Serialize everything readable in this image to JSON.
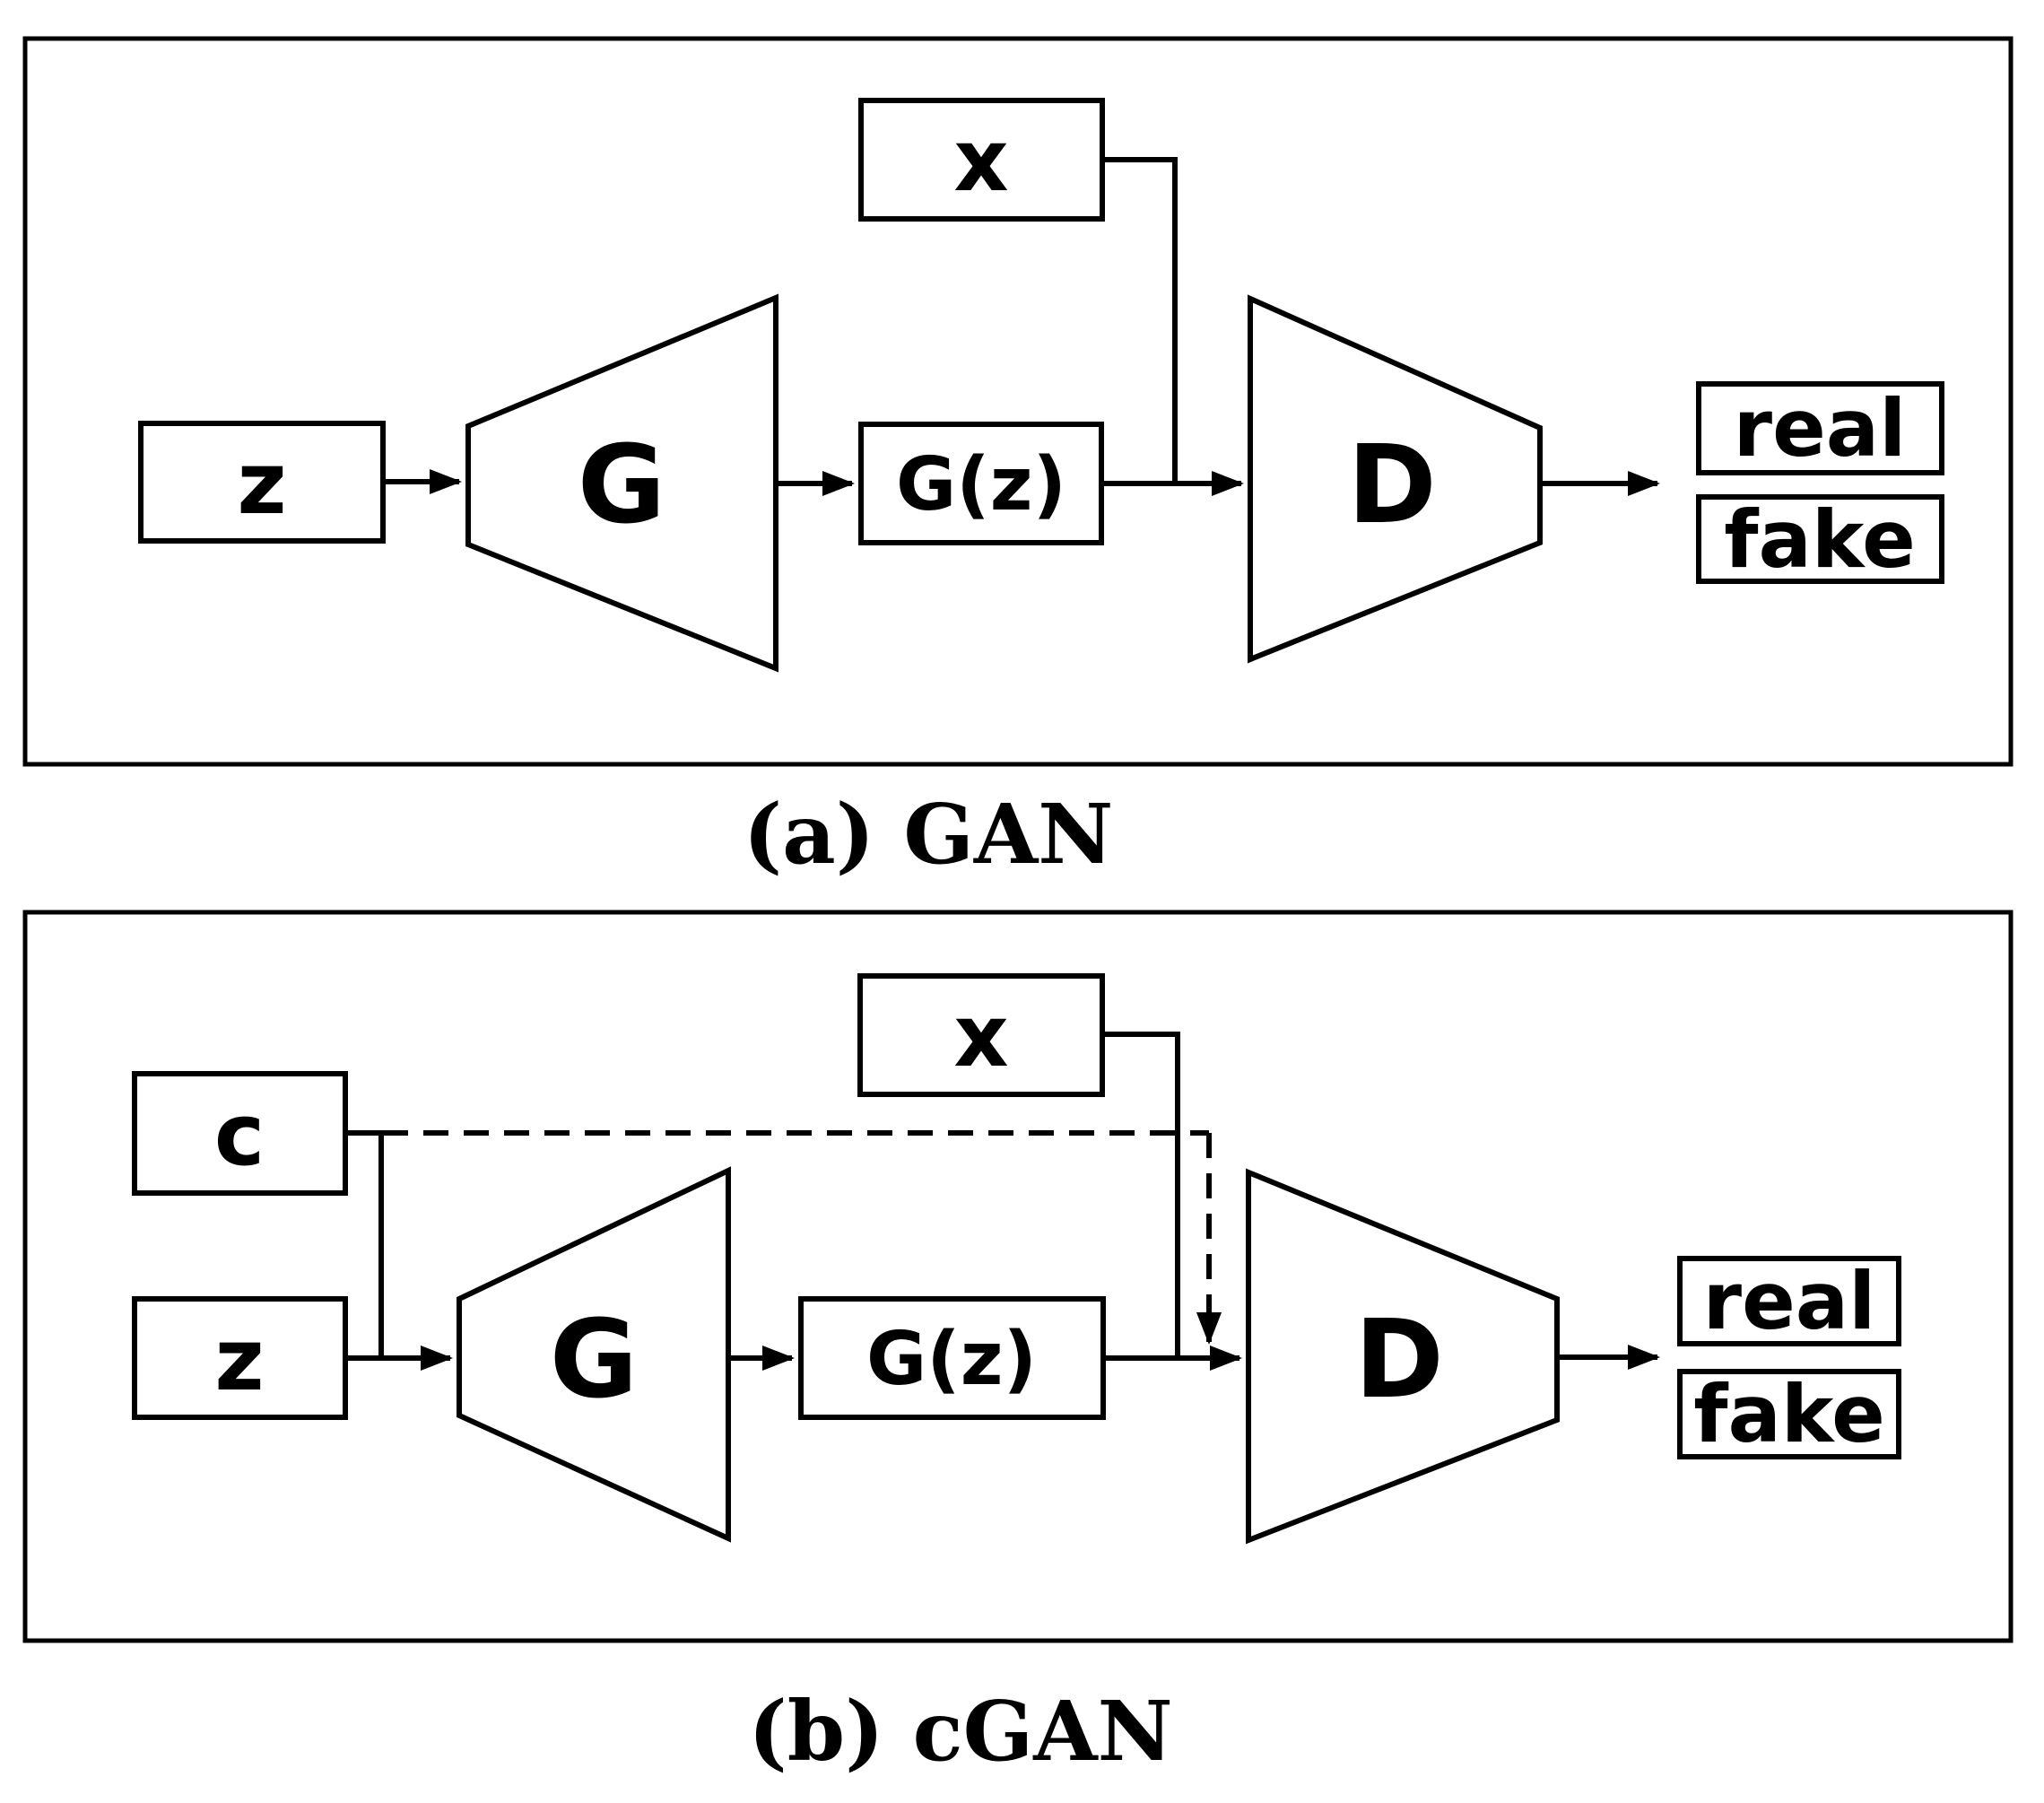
{
  "colors": {
    "ink": "#000000",
    "background": "#ffffff"
  },
  "panel_a": {
    "caption": "(a) GAN",
    "noise_label": "z",
    "real_data_label": "x",
    "generator_label": "G",
    "generated_sample_label": "G(z)",
    "discriminator_label": "D",
    "output_real_label": "real",
    "output_fake_label": "fake"
  },
  "panel_b": {
    "caption": "(b) cGAN",
    "condition_label": "c",
    "noise_label": "z",
    "real_data_label": "x",
    "generator_label": "G",
    "generated_sample_label": "G(z)",
    "discriminator_label": "D",
    "output_real_label": "real",
    "output_fake_label": "fake"
  }
}
